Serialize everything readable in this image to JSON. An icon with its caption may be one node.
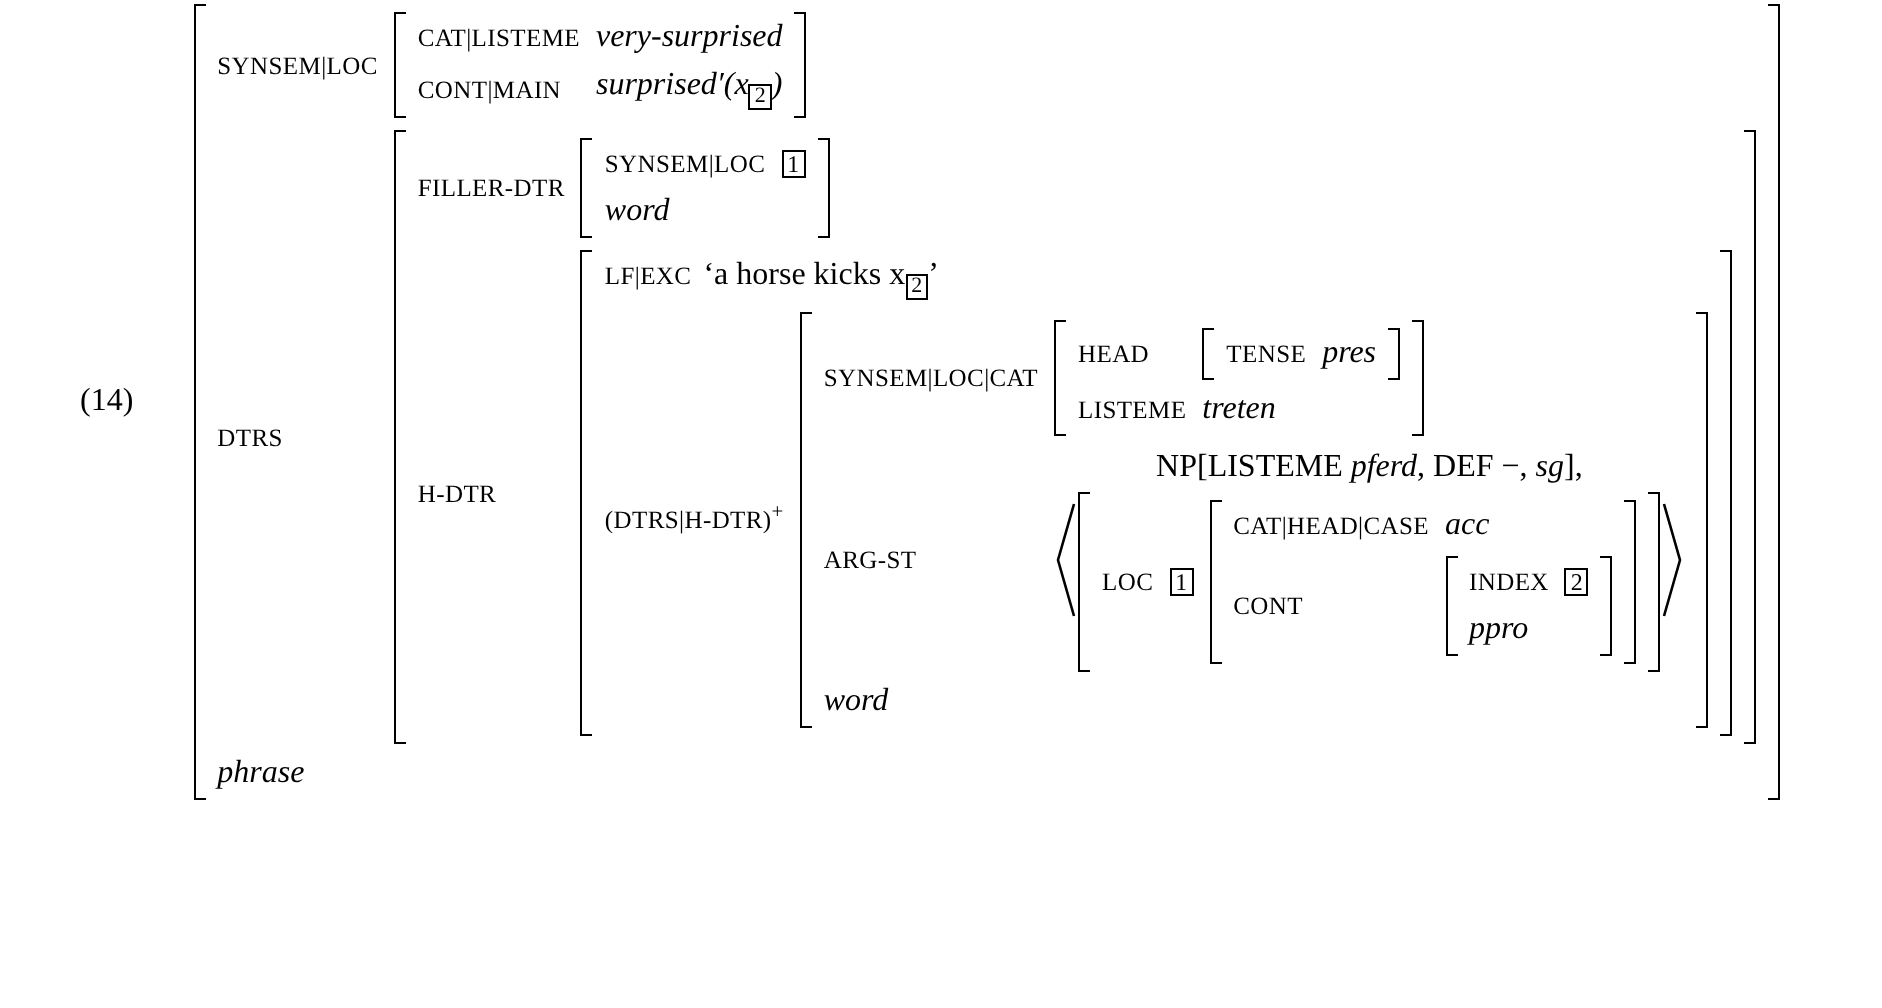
{
  "diagram": {
    "nodes": [
      {
        "text": [
          "SYNSEM|LOC",
          "DTRS",
          "phrase"
        ]
      },
      {
        "text": [
          "CAT|LISTEME",
          "very-surprised",
          "CONT|MAIN",
          "surprised′(x$_{2}$)"
        ],
        "in": 0
      },
      {
        "text": [
          "FILLER-DTR",
          "H-DTR"
        ],
        "in": 0
      },
      {
        "text": [
          "SYNSEM|LOC",
          "1",
          "word"
        ],
        "in": 2
      },
      {
        "text": [
          "LF|EXC",
          "‘a horse kicks x$_{2}$’",
          "(DTRS|H-DTR)$^{+}$"
        ],
        "in": 2
      },
      {
        "text": [
          "SYNSEM|LOC|CAT",
          "ARG-ST",
          "word"
        ],
        "in": 4
      },
      {
        "text": [
          "HEAD",
          "LISTEME",
          "treten"
        ],
        "in": 5
      },
      {
        "text": [
          "TENSE",
          "pres"
        ],
        "in": 6
      },
      {
        "text": [
          "NP[LISTEME *pferd*, DEF −, *sg*],",
          "LOC",
          "1"
        ],
        "in": 5
      },
      {
        "text": [
          "CAT|HEAD|CASE",
          "acc",
          "CONT"
        ],
        "in": 8
      },
      {
        "text": [
          "INDEX",
          "2",
          "ppro"
        ],
        "in": 9
      }
    ],
    "labels": [
      "(14)"
    ]
  }
}
